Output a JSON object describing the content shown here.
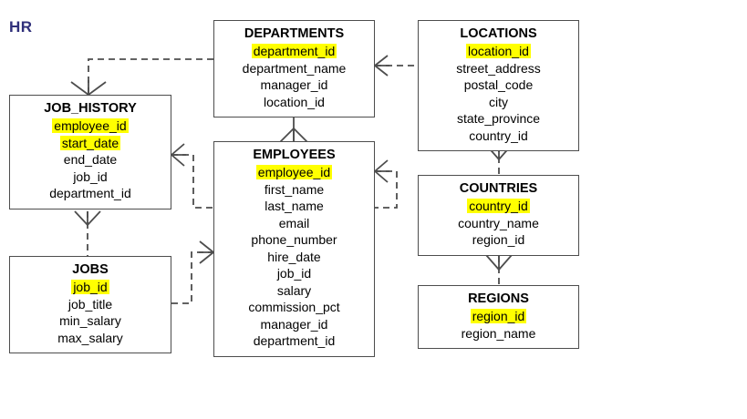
{
  "diagram": {
    "title": "HR",
    "title_color": "#2f2f7a",
    "highlight_color": "#ffff00",
    "line_color": "#4d4d4d",
    "type": "entity-relationship-diagram"
  },
  "entities": [
    {
      "id": "job_history",
      "name": "JOB_HISTORY",
      "attributes": [
        {
          "name": "employee_id",
          "key": true
        },
        {
          "name": "start_date",
          "key": true
        },
        {
          "name": "end_date",
          "key": false
        },
        {
          "name": "job_id",
          "key": false
        },
        {
          "name": "department_id",
          "key": false
        }
      ]
    },
    {
      "id": "jobs",
      "name": "JOBS",
      "attributes": [
        {
          "name": "job_id",
          "key": true
        },
        {
          "name": "job_title",
          "key": false
        },
        {
          "name": "min_salary",
          "key": false
        },
        {
          "name": "max_salary",
          "key": false
        }
      ]
    },
    {
      "id": "departments",
      "name": "DEPARTMENTS",
      "attributes": [
        {
          "name": "department_id",
          "key": true
        },
        {
          "name": "department_name",
          "key": false
        },
        {
          "name": "manager_id",
          "key": false
        },
        {
          "name": "location_id",
          "key": false
        }
      ]
    },
    {
      "id": "employees",
      "name": "EMPLOYEES",
      "attributes": [
        {
          "name": "employee_id",
          "key": true
        },
        {
          "name": "first_name",
          "key": false
        },
        {
          "name": "last_name",
          "key": false
        },
        {
          "name": "email",
          "key": false
        },
        {
          "name": "phone_number",
          "key": false
        },
        {
          "name": "hire_date",
          "key": false
        },
        {
          "name": "job_id",
          "key": false
        },
        {
          "name": "salary",
          "key": false
        },
        {
          "name": "commission_pct",
          "key": false
        },
        {
          "name": "manager_id",
          "key": false
        },
        {
          "name": "department_id",
          "key": false
        }
      ]
    },
    {
      "id": "locations",
      "name": "LOCATIONS",
      "attributes": [
        {
          "name": "location_id",
          "key": true
        },
        {
          "name": "street_address",
          "key": false
        },
        {
          "name": "postal_code",
          "key": false
        },
        {
          "name": "city",
          "key": false
        },
        {
          "name": "state_province",
          "key": false
        },
        {
          "name": "country_id",
          "key": false
        }
      ]
    },
    {
      "id": "countries",
      "name": "COUNTRIES",
      "attributes": [
        {
          "name": "country_id",
          "key": true
        },
        {
          "name": "country_name",
          "key": false
        },
        {
          "name": "region_id",
          "key": false
        }
      ]
    },
    {
      "id": "regions",
      "name": "REGIONS",
      "attributes": [
        {
          "name": "region_id",
          "key": true
        },
        {
          "name": "region_name",
          "key": false
        }
      ]
    }
  ],
  "relationships": [
    {
      "from": "departments",
      "to": "job_history",
      "style": "dashed",
      "crowsfoot_at": "job_history"
    },
    {
      "from": "job_history",
      "to": "jobs",
      "style": "dashed",
      "crowsfoot_at": "job_history"
    },
    {
      "from": "employees",
      "to": "job_history",
      "style": "dashed",
      "crowsfoot_at": "job_history"
    },
    {
      "from": "departments",
      "to": "employees",
      "style": "solid",
      "crowsfoot_at": "employees"
    },
    {
      "from": "jobs",
      "to": "employees",
      "style": "dashed",
      "crowsfoot_at": "employees"
    },
    {
      "from": "employees",
      "to": "employees",
      "style": "dashed",
      "crowsfoot_at": "employees"
    },
    {
      "from": "departments",
      "to": "locations",
      "style": "dashed",
      "crowsfoot_at": "departments"
    },
    {
      "from": "locations",
      "to": "countries",
      "style": "dashed",
      "crowsfoot_at": "locations"
    },
    {
      "from": "countries",
      "to": "regions",
      "style": "dashed",
      "crowsfoot_at": "countries"
    }
  ]
}
